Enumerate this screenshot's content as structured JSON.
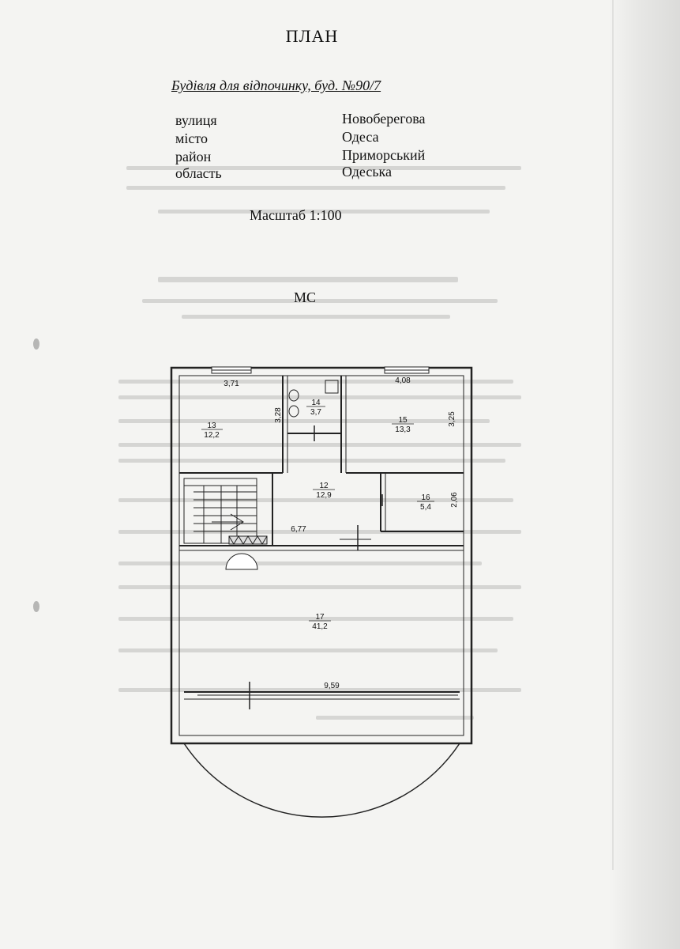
{
  "document": {
    "title": "ПЛАН",
    "subtitle": "Будівля для відпочинку, буд. №90/7",
    "address": [
      {
        "label": "вулиця",
        "value": "Новоберегова"
      },
      {
        "label": "місто",
        "value": "Одеса"
      },
      {
        "label": "район",
        "value": "Приморський"
      },
      {
        "label": "область",
        "value": "Одеська"
      }
    ],
    "scale": "Масштаб 1:100",
    "floor_code": "МС"
  },
  "plan": {
    "rooms": [
      {
        "number": "13",
        "area": "12,2"
      },
      {
        "number": "14",
        "area": "3,7"
      },
      {
        "number": "15",
        "area": "13,3"
      },
      {
        "number": "12",
        "area": "12,9"
      },
      {
        "number": "16",
        "area": "5,4"
      },
      {
        "number": "17",
        "area": "41,2"
      }
    ],
    "dimensions": [
      "3,71",
      "4,08",
      "3,28",
      "3,25",
      "2,06",
      "6,77",
      "9,59"
    ]
  }
}
